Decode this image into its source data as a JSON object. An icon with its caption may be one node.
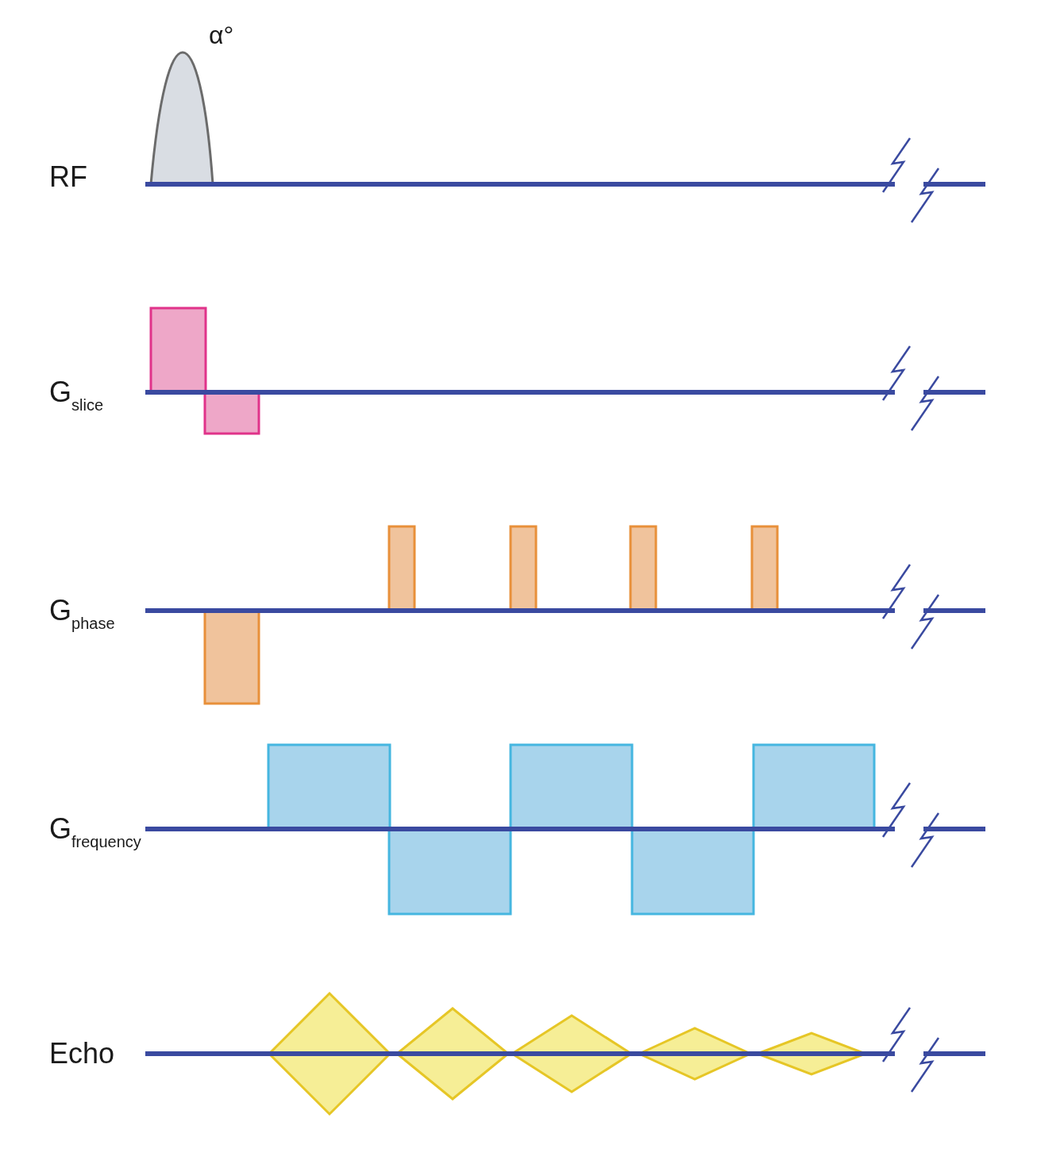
{
  "diagram": {
    "labels": [
      "α°",
      "RF",
      "G$_{slice}$",
      "G$_{phase}$",
      "G$_{frequency}$",
      "Echo"
    ]
  }
}
